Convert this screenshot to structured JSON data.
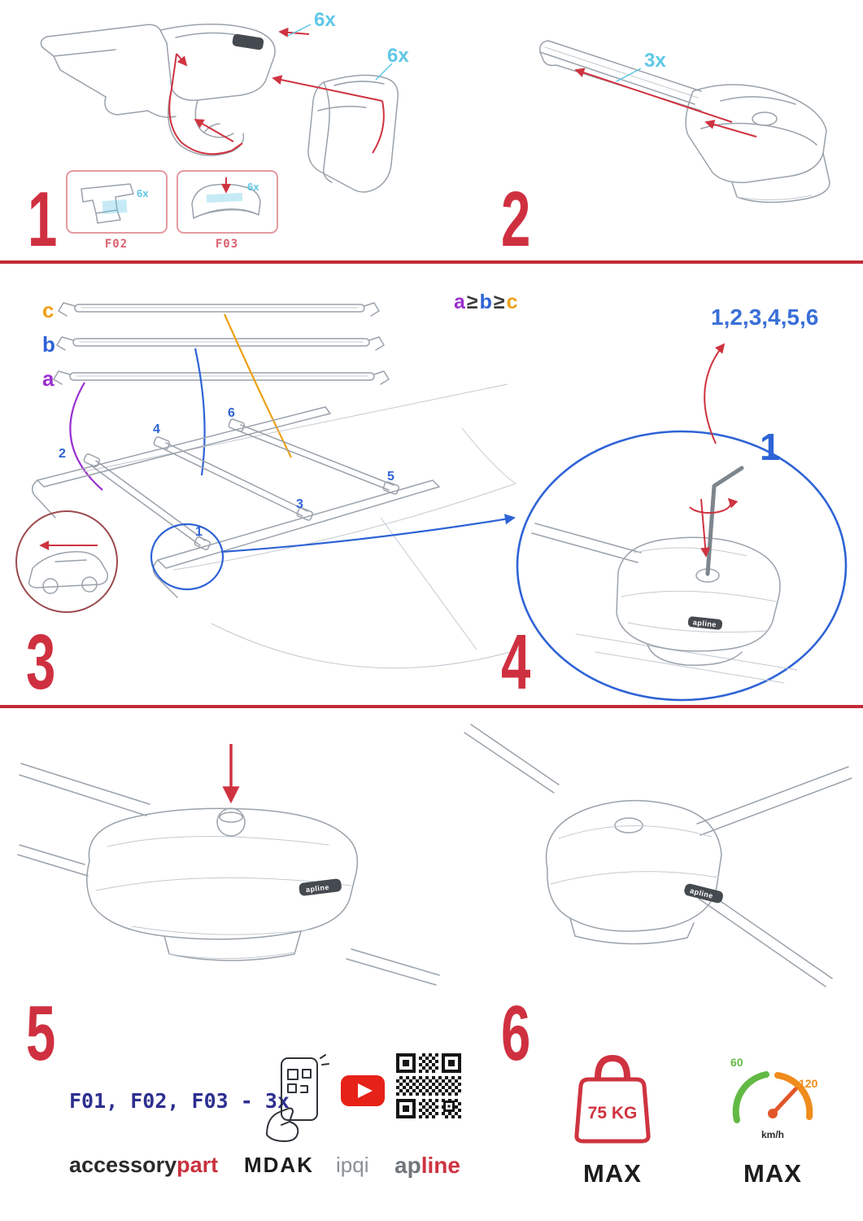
{
  "colors": {
    "step_number_red": "#cf3040",
    "divider_red": "#c22a36",
    "quantity_cyan": "#5ec7e6",
    "position_blue": "#2e63d6",
    "bar_a_purple": "#9a2fd0",
    "bar_c_orange": "#eda117",
    "kit_navy": "#2d2f8f",
    "brand_red": "#cf3340",
    "speed_green": "#63b945",
    "speed_orange": "#ef8c1c",
    "youtube_red": "#e62117"
  },
  "step1": {
    "num": "1",
    "qty_top": "6x",
    "qty_side": "6x",
    "part1_code": "F02",
    "part1_qty": "6x",
    "part2_code": "F03",
    "part2_qty": "6x"
  },
  "step2": {
    "num": "2",
    "qty": "3x"
  },
  "step3": {
    "num": "3",
    "bar_a": "a",
    "bar_b": "b",
    "bar_c": "c",
    "formula_a": "a",
    "formula_ge1": "≥",
    "formula_b": "b",
    "formula_ge2": "≥",
    "formula_c": "c",
    "pos1": "1",
    "pos2": "2",
    "pos3": "3",
    "pos4": "4",
    "pos5": "5",
    "pos6": "6"
  },
  "step4": {
    "num": "4",
    "sequence": "1,2,3,4,5,6",
    "first": "1",
    "brand": "apline"
  },
  "step5": {
    "num": "5",
    "brand": "apline"
  },
  "step6": {
    "num": "6",
    "brand": "apline"
  },
  "footer": {
    "kit": "F01, F02, F03 - 3x",
    "brand1_black": "accessory",
    "brand1_red": "part",
    "brand2": "MDAK",
    "brand3": "ipqi",
    "brand4_gray": "ap",
    "brand4_red": "line",
    "weight": "75 KG",
    "weight_max": "MAX",
    "speed_low": "60",
    "speed_high": "120",
    "speed_unit": "km/h",
    "speed_max": "MAX"
  }
}
